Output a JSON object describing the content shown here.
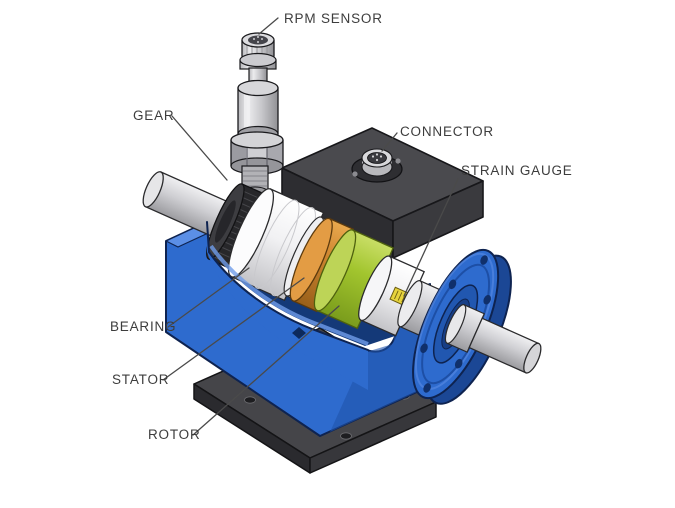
{
  "diagram": {
    "type": "technical-cutaway-illustration",
    "subject": "rotary torque sensor",
    "labels": {
      "rpm_sensor": "RPM SENSOR",
      "gear": "GEAR",
      "connector": "CONNECTOR",
      "strain_gauge": "STRAIN GAUGE",
      "bearing": "BEARING",
      "stator": "STATOR",
      "rotor": "ROTOR"
    },
    "colors": {
      "housing_blue": "#2e6bce",
      "flange_blue_dark": "#1b4795",
      "stator_orange": "#cd8530",
      "rotor_green": "#a2c52e",
      "strain_gauge_yellow": "#e6d33c",
      "block_gray": "#3a3a3e",
      "base_gray": "#454549",
      "shaft_gray": "#cfcfd3",
      "gear_dark": "#27272a",
      "label_text": "#3d3d3d",
      "leader_line": "#4a4a4a",
      "background": "#ffffff"
    }
  }
}
